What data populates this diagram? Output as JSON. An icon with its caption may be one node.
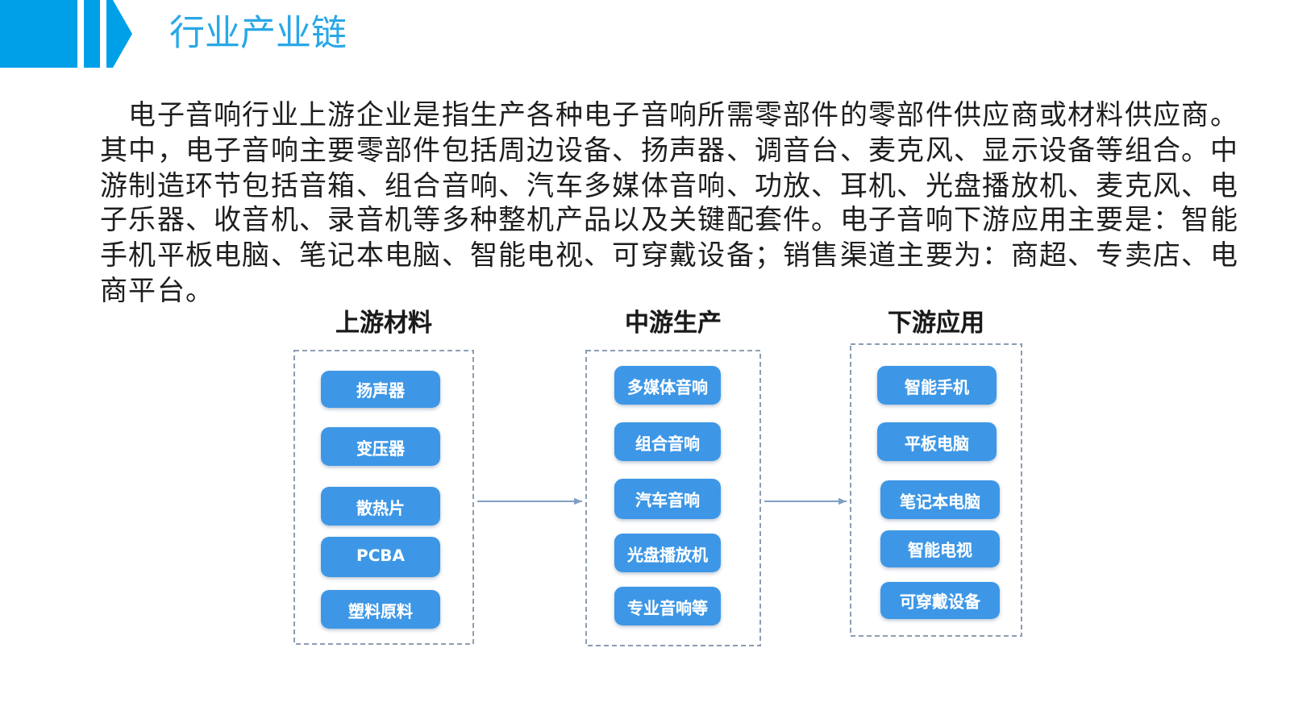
{
  "diagram": {
    "title": "行业产业链",
    "nodes": [
      {
        "text": [
          "上游材料"
        ]
      },
      {
        "text": [
          "扬声器"
        ],
        "in": 0
      },
      {
        "text": [
          "变压器"
        ],
        "in": 0
      },
      {
        "text": [
          "散热片"
        ],
        "in": 0
      },
      {
        "text": [
          "PCBA"
        ],
        "in": 0
      },
      {
        "text": [
          "塑料原料"
        ],
        "in": 0
      },
      {
        "text": [
          "中游生产"
        ]
      },
      {
        "text": [
          "多媒体音响"
        ],
        "in": 6
      },
      {
        "text": [
          "组合音响"
        ],
        "in": 6
      },
      {
        "text": [
          "汽车音响"
        ],
        "in": 6
      },
      {
        "text": [
          "光盘播放机"
        ],
        "in": 6
      },
      {
        "text": [
          "专业音响等"
        ],
        "in": 6
      },
      {
        "text": [
          "下游应用"
        ]
      },
      {
        "text": [
          "智能手机"
        ],
        "in": 12
      },
      {
        "text": [
          "平板电脑"
        ],
        "in": 12
      },
      {
        "text": [
          "笔记本电脑"
        ],
        "in": 12
      },
      {
        "text": [
          "智能电视"
        ],
        "in": 12
      },
      {
        "text": [
          "可穿戴设备"
        ],
        "in": 12
      }
    ],
    "edges": [
      {
        "from": 0,
        "to": 6,
        "arrow": "to"
      },
      {
        "from": 6,
        "to": 12,
        "arrow": "to"
      }
    ],
    "labels": [
      "电子音响行业上游企业是指生产各种电子音响所需零部件的零部件供应商或材料供应商。其中，电子音响主要零部件包括周边设备、扬声器、调音台、麦克风、显示设备等组合。中游制造环节包括音箱、组合音响、汽车多媒体音响、功放、耳机、光盘播放机、麦克风、电子乐器、收音机、录音机等多种整机产品以及关键配套件。电子音响下游应用主要是：智能手机平板电脑、笔记本电脑、智能电视、可穿戴设备；销售渠道主要为：商超、专卖店、电商平台。"
    ]
  }
}
